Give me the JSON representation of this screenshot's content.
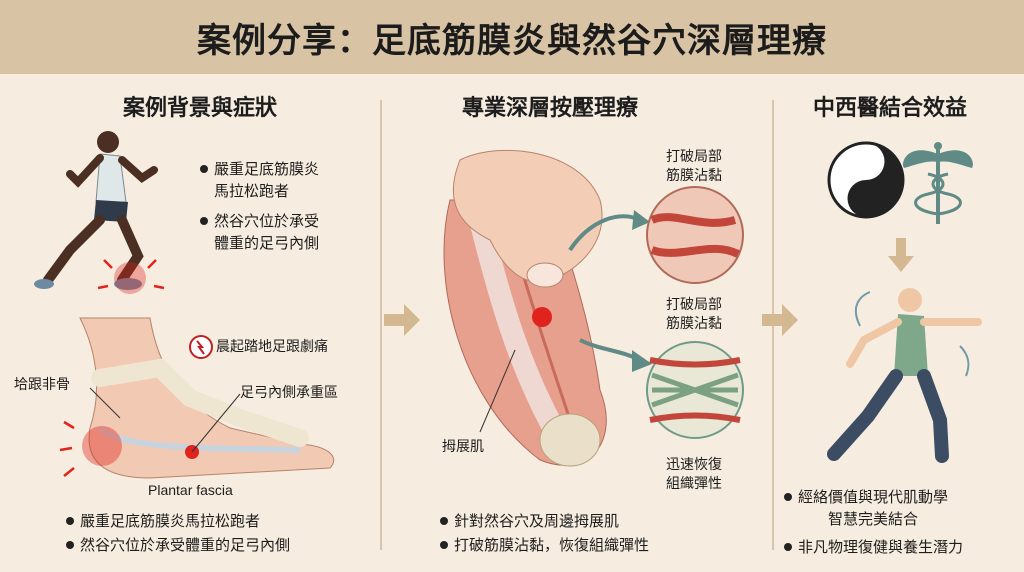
{
  "title": "案例分享：足底筋膜炎與然谷穴深層理療",
  "columns": [
    {
      "heading": "案例背景與症狀",
      "top_bullets": [
        "嚴重足底筋膜炎\n馬拉松跑者",
        "然谷穴位於承受\n體重的足弓內側"
      ],
      "labels": {
        "morning_pain": "晨起踏地足跟劇痛",
        "heel_bone": "垥跟非骨",
        "arch_area": "足弓內側承重區",
        "plantar_fascia": "Plantar fascia"
      },
      "bottom_bullets": [
        "嚴重足底筋膜炎馬拉松跑者",
        "然谷穴位於承受體重的足弓內側"
      ]
    },
    {
      "heading": "專業深層按壓理療",
      "labels": {
        "break_adhesion_1": "打破局部\n筋膜沾黏",
        "break_adhesion_2": "打破局部\n筋膜沾黏",
        "restore_elasticity": "迅速恢復\n組織彈性",
        "abductor": "拇展肌"
      },
      "bottom_bullets": [
        "針對然谷穴及周邊拇展肌",
        "打破筋膜沾黏，恢復組織彈性"
      ]
    },
    {
      "heading": "中西醫結合效益",
      "icons": [
        "yin-yang-icon",
        "caduceus-icon"
      ],
      "bottom_bullets": [
        "經絡價值與現代肌動學\n智慧完美結合",
        "非凡物理復健與養生潛力"
      ]
    }
  ],
  "colors": {
    "title_bg": "#d8c3a5",
    "page_bg": "#f6ede0",
    "accent_red": "#e0231c",
    "arrow": "#d3b892",
    "teal": "#5f8a86"
  }
}
